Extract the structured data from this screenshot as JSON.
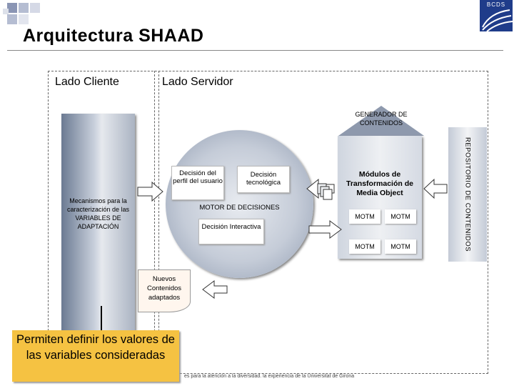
{
  "slide": {
    "title": "Arquitectura SHAAD",
    "logo_text": "BCDS"
  },
  "diagram": {
    "client_label": "Lado Cliente",
    "server_label": "Lado Servidor",
    "left_column": "Mecanismos para la caracterización de las VARIABLES DE ADAPTACIÓN",
    "generator": "GENERADOR DE CONTENIDOS",
    "engine": {
      "profile_decision": "Decisión del perfil del usuario",
      "tech_decision": "Decisión tecnológica",
      "motor_label": "MOTOR DE DECISIONES",
      "interactive_decision": "Decisión Interactiva"
    },
    "modules": {
      "title": "Módulos de Transformación de Media Object",
      "items": [
        "MOTM",
        "MOTM",
        "MOTM",
        "MOTM"
      ]
    },
    "repository": "REPOSITORIO DE CONTENIDOS",
    "new_content": "Nuevos Contenidos adaptados"
  },
  "callout": {
    "text": "Permiten definir los valores de las variables consideradas"
  },
  "footer": {
    "text": "es para la atención a la diversidad. la experiencia de la Universitat de Girona"
  },
  "colors": {
    "callout": "#f5c242",
    "logo": "#1f3c8a",
    "accent_square": "#8a95b4"
  }
}
